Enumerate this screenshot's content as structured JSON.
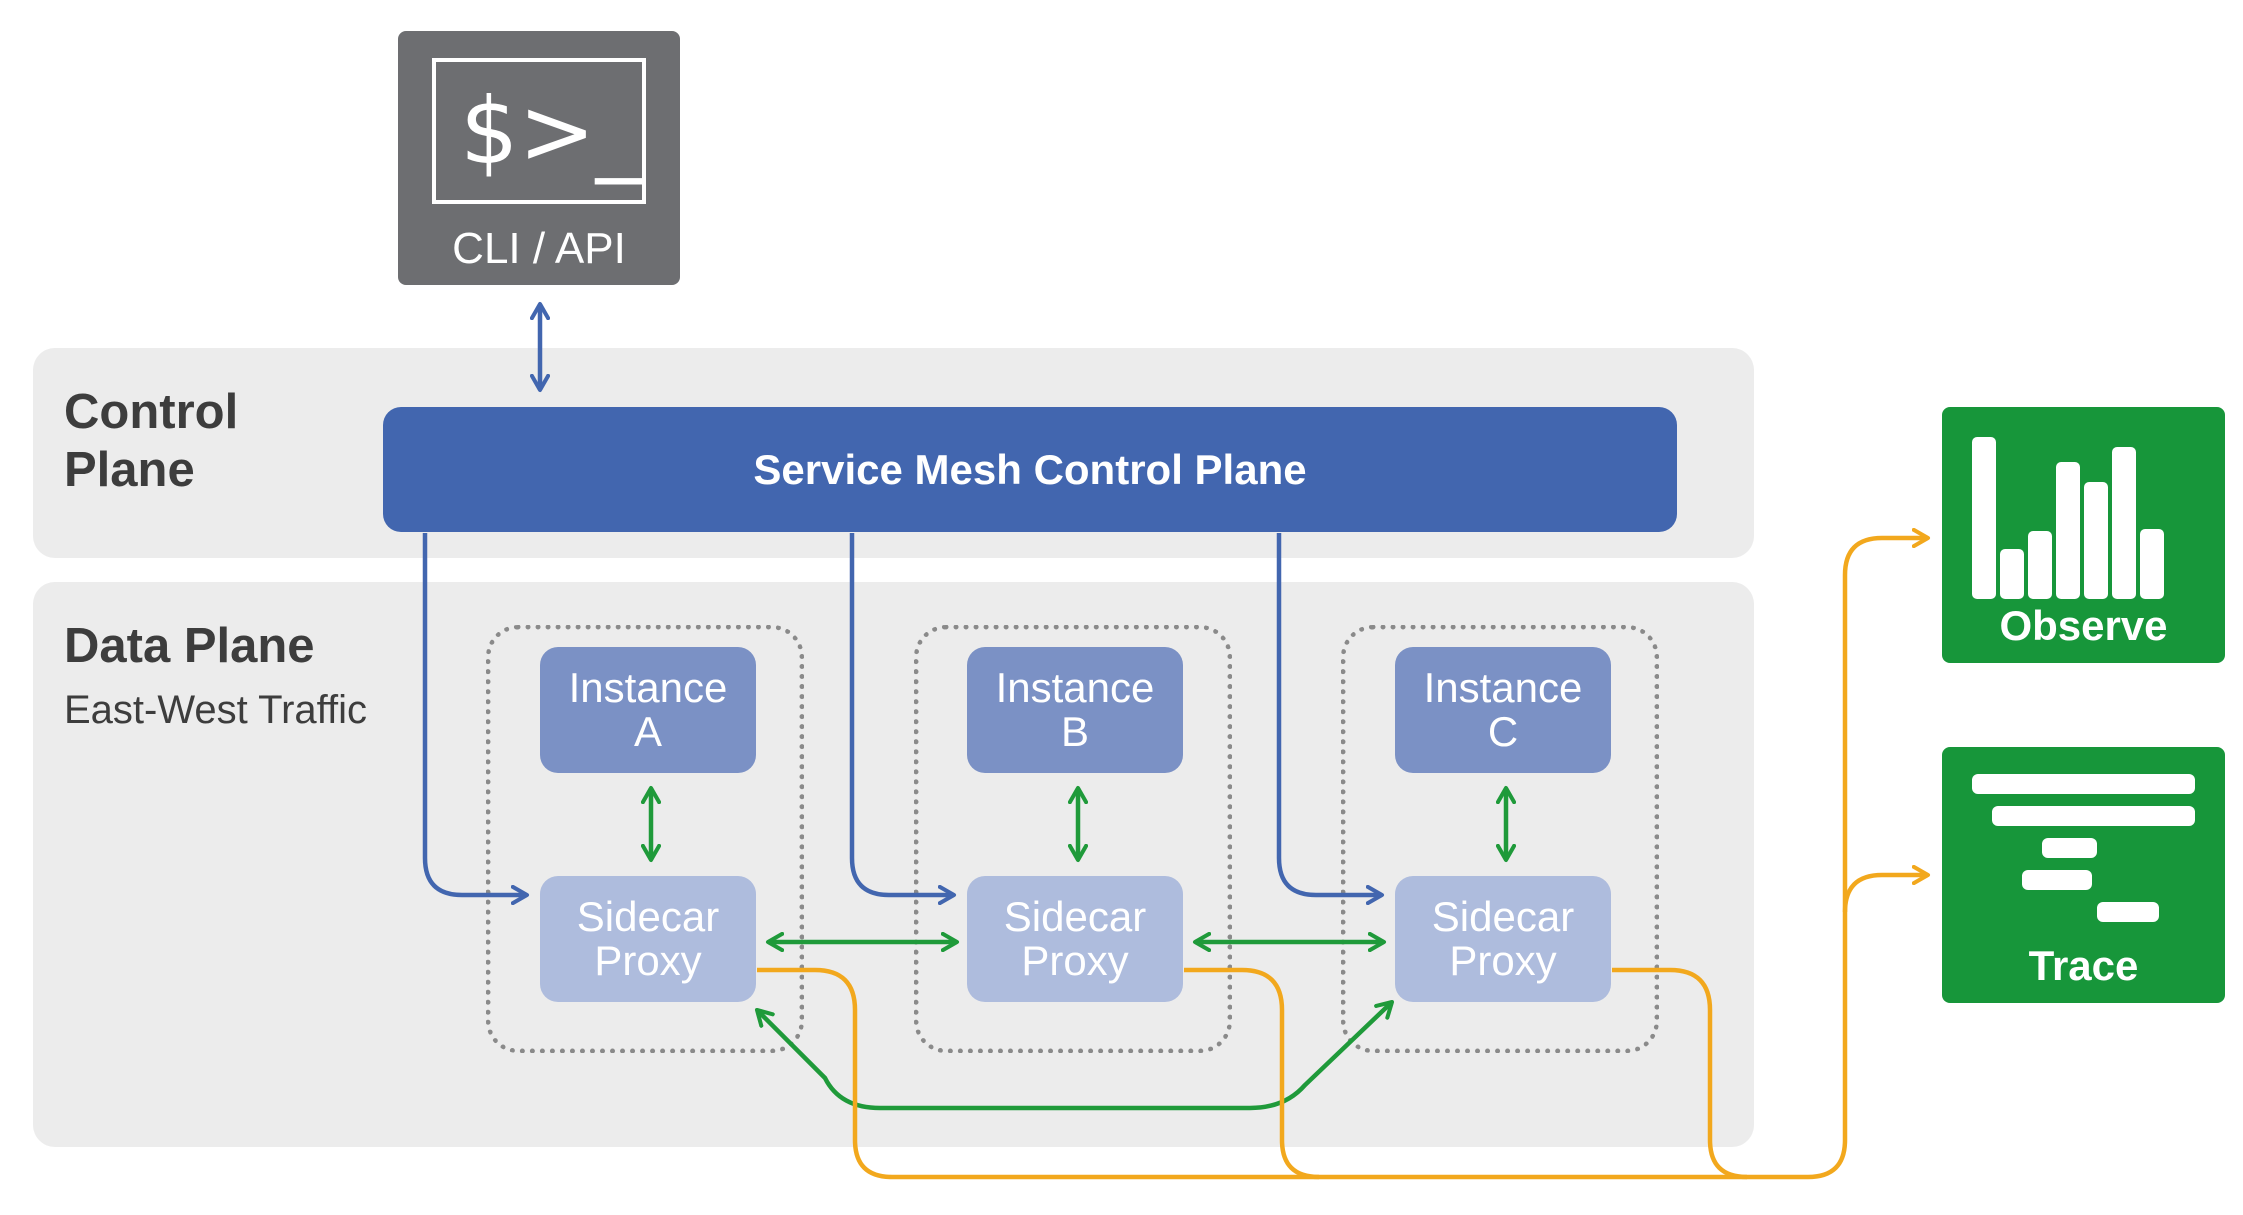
{
  "cli": {
    "prompt": "$>_",
    "label": "CLI / API"
  },
  "control_plane": {
    "title_line1": "Control",
    "title_line2": "Plane",
    "bar_label": "Service Mesh Control Plane"
  },
  "data_plane": {
    "title": "Data Plane",
    "subtitle": "East-West Traffic"
  },
  "instances": [
    {
      "line1": "Instance",
      "line2": "A"
    },
    {
      "line1": "Instance",
      "line2": "B"
    },
    {
      "line1": "Instance",
      "line2": "C"
    }
  ],
  "proxies": [
    {
      "line1": "Sidecar",
      "line2": "Proxy"
    },
    {
      "line1": "Sidecar",
      "line2": "Proxy"
    },
    {
      "line1": "Sidecar",
      "line2": "Proxy"
    }
  ],
  "tools": {
    "observe_label": "Observe",
    "trace_label": "Trace"
  },
  "colors": {
    "control": "#4266af",
    "mesh": "#1f9a3a",
    "telemetry": "#f2a81d",
    "tool": "#17963a",
    "cli": "#6d6e71"
  }
}
